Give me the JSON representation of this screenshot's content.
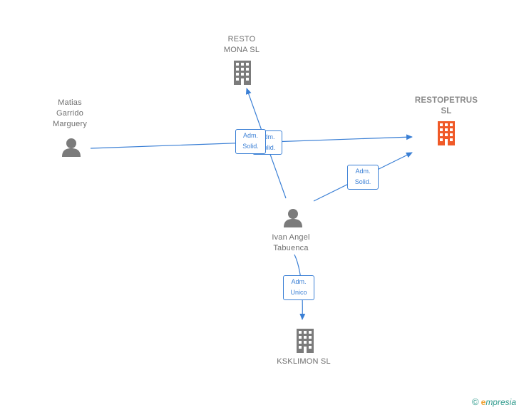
{
  "nodes": {
    "resto_mona": {
      "label_line1": "RESTO",
      "label_line2": "MONA  SL",
      "type": "company"
    },
    "restopetrus": {
      "label_line1": "RESTOPETRUS",
      "label_line2": "SL",
      "type": "company",
      "highlight_color": "#f05a28"
    },
    "ksklimon": {
      "label_line1": "KSKLIMON  SL",
      "type": "company"
    },
    "matias": {
      "label_line1": "Matias",
      "label_line2": "Garrido",
      "label_line3": "Marguery",
      "type": "person"
    },
    "ivan": {
      "label_line1": "Ivan Angel",
      "label_line2": "Tabuenca",
      "type": "person"
    }
  },
  "edges": {
    "ivan_resto_mona": {
      "line1": "Adm.",
      "line2": "Solid."
    },
    "matias_restopetrus": {
      "line1": "Adm.",
      "line2": "Solid."
    },
    "ivan_restopetrus": {
      "line1": "Adm.",
      "line2": "Solid."
    },
    "ivan_ksklimon": {
      "line1": "Adm.",
      "line2": "Unico"
    }
  },
  "footer": {
    "copyright": "©",
    "brand_initial": "e",
    "brand_rest": "mpresia"
  },
  "colors": {
    "edge": "#3a7fd5",
    "icon": "#7b7b7b",
    "focus": "#f05a28"
  }
}
